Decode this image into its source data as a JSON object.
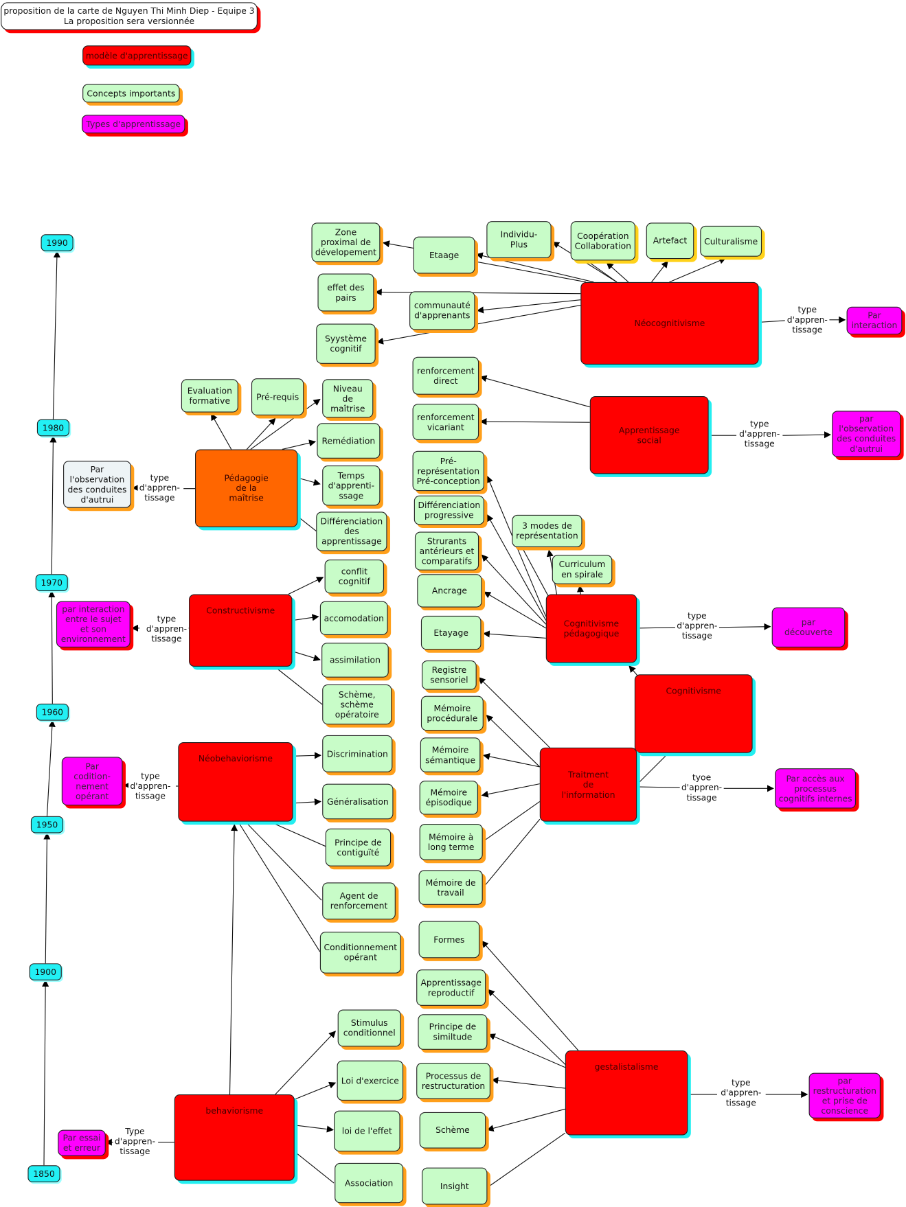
{
  "header": {
    "title": "proposition de la carte de Nguyen Thi Minh Diep - Equipe 3\nLa proposition sera versionnée"
  },
  "legend": {
    "model": "modèle d'apprentissage",
    "concepts": "Concepts importants",
    "types": "Types d'apprentissage"
  },
  "colors": {
    "model": "#ff0000",
    "concept": "#c8fcc8",
    "type": "#ff00ff",
    "year": "#22f0f4",
    "pedagogie": "#ff6600"
  },
  "timeline": [
    "1850",
    "1900",
    "1950",
    "1960",
    "1970",
    "1980",
    "1990"
  ],
  "nodes": [
    {
      "id": "neocog",
      "text": "Néocognitivisme",
      "kind": "model"
    },
    {
      "id": "etaage",
      "text": "Etaage",
      "kind": "concept"
    },
    {
      "id": "zone",
      "text": "Zone\nproximal de\ndévelopement",
      "kind": "concept"
    },
    {
      "id": "individu",
      "text": "Individu-\nPlus",
      "kind": "concept"
    },
    {
      "id": "coop",
      "text": "Coopération\nCollaboration",
      "kind": "concept gold"
    },
    {
      "id": "artefact",
      "text": "Artefact",
      "kind": "concept gold"
    },
    {
      "id": "cultur",
      "text": "Culturalisme",
      "kind": "concept gold"
    },
    {
      "id": "effet",
      "text": "effet des\npairs",
      "kind": "concept"
    },
    {
      "id": "commun",
      "text": "communauté\nd'apprenants",
      "kind": "concept"
    },
    {
      "id": "systeme",
      "text": "Syystème\ncognitif",
      "kind": "concept"
    },
    {
      "id": "parinter",
      "text": "Par\ninteraction",
      "kind": "type"
    },
    {
      "id": "social",
      "text": "Apprentissage\nsocial",
      "kind": "model"
    },
    {
      "id": "rdirect",
      "text": "renforcement\ndirect",
      "kind": "concept"
    },
    {
      "id": "rvicar",
      "text": "renforcement\nvicariant",
      "kind": "concept"
    },
    {
      "id": "parobs",
      "text": "par\nl'observation\ndes conduites\nd'autrui",
      "kind": "type"
    },
    {
      "id": "pedago",
      "text": "Pédagogie\nde la\nmaîtrise",
      "kind": "orange"
    },
    {
      "id": "evalf",
      "text": "Evaluation\nformative",
      "kind": "concept"
    },
    {
      "id": "prereq",
      "text": "Pré-requis",
      "kind": "concept"
    },
    {
      "id": "niveau",
      "text": "Niveau\nde\nmaîtrise",
      "kind": "concept"
    },
    {
      "id": "remed",
      "text": "Remédiation",
      "kind": "concept"
    },
    {
      "id": "temps",
      "text": "Temps\nd'apprenti-\nssage",
      "kind": "concept"
    },
    {
      "id": "diffapp",
      "text": "Différenciation\ndes\napprentissage",
      "kind": "concept"
    },
    {
      "id": "parobs2",
      "text": "Par\nl'observation\ndes conduites\nd'autrui",
      "kind": "light"
    },
    {
      "id": "construct",
      "text": "Constructivisme",
      "kind": "model top"
    },
    {
      "id": "conflit",
      "text": "conflit\ncognitif",
      "kind": "concept"
    },
    {
      "id": "accom",
      "text": "accomodation",
      "kind": "concept"
    },
    {
      "id": "assim",
      "text": "assimilation",
      "kind": "concept"
    },
    {
      "id": "scheme1",
      "text": "Schème,\nschème\nopératoire",
      "kind": "concept"
    },
    {
      "id": "parinter2",
      "text": "par interaction\nentre le sujet\net son\nenvironnement",
      "kind": "type"
    },
    {
      "id": "cogped",
      "text": "Cognitivisme\npédagogique",
      "kind": "model"
    },
    {
      "id": "prerep",
      "text": "Pré-\nreprésentation\nPré-conception",
      "kind": "concept"
    },
    {
      "id": "diffprog",
      "text": "Différenciation\nprogressive",
      "kind": "concept"
    },
    {
      "id": "strur",
      "text": "Strurants\nantérieurs et\ncomparatifs",
      "kind": "concept"
    },
    {
      "id": "ancrage",
      "text": "Ancrage",
      "kind": "concept"
    },
    {
      "id": "etayage",
      "text": "Etayage",
      "kind": "concept"
    },
    {
      "id": "modes",
      "text": "3 modes de\nreprésentation",
      "kind": "concept"
    },
    {
      "id": "curric",
      "text": "Curriculum\nen spirale",
      "kind": "concept"
    },
    {
      "id": "pardecouv",
      "text": "par\ndécouverte",
      "kind": "type"
    },
    {
      "id": "cognit",
      "text": "Cognitivisme",
      "kind": "model top"
    },
    {
      "id": "traitm",
      "text": "Traitment\nde\nl'information",
      "kind": "model"
    },
    {
      "id": "registre",
      "text": "Registre\nsensoriel",
      "kind": "concept"
    },
    {
      "id": "mproc",
      "text": "Mémoire\nprocédurale",
      "kind": "concept"
    },
    {
      "id": "msem",
      "text": "Mémoire\nsémantique",
      "kind": "concept"
    },
    {
      "id": "mepi",
      "text": "Mémoire\népisodique",
      "kind": "concept"
    },
    {
      "id": "mlong",
      "text": "Mémoire à\nlong terme",
      "kind": "concept"
    },
    {
      "id": "mtrav",
      "text": "Mémoire de\ntravail",
      "kind": "concept"
    },
    {
      "id": "paracces",
      "text": "Par accès aux\nprocessus\ncognitifs internes",
      "kind": "type"
    },
    {
      "id": "neobeh",
      "text": "Néobehaviorisme",
      "kind": "model top"
    },
    {
      "id": "discrim",
      "text": "Discrimination",
      "kind": "concept"
    },
    {
      "id": "general",
      "text": "Généralisation",
      "kind": "concept"
    },
    {
      "id": "contig",
      "text": "Principe de\ncontiguïté",
      "kind": "concept"
    },
    {
      "id": "agent",
      "text": "Agent de\nrenforcement",
      "kind": "concept"
    },
    {
      "id": "condop",
      "text": "Conditionnement\nopérant",
      "kind": "concept"
    },
    {
      "id": "parcond",
      "text": "Par\ncodition-\nnement\nopérant",
      "kind": "type"
    },
    {
      "id": "gestal",
      "text": "gestalistalisme",
      "kind": "model top"
    },
    {
      "id": "formes",
      "text": "Formes",
      "kind": "concept"
    },
    {
      "id": "apprep",
      "text": "Apprentissage\nreproductif",
      "kind": "concept"
    },
    {
      "id": "simil",
      "text": "Principe de\nsimiltude",
      "kind": "concept"
    },
    {
      "id": "restr",
      "text": "Processus de\nrestructuration",
      "kind": "concept"
    },
    {
      "id": "scheme2",
      "text": "Schème",
      "kind": "concept"
    },
    {
      "id": "insight",
      "text": "Insight",
      "kind": "concept"
    },
    {
      "id": "parrestr",
      "text": "par\nrestructuration\net prise de\nconscience",
      "kind": "type"
    },
    {
      "id": "behav",
      "text": "behaviorisme",
      "kind": "model top"
    },
    {
      "id": "stimulus",
      "text": "Stimulus\nconditionnel",
      "kind": "concept"
    },
    {
      "id": "loiex",
      "text": "Loi d'exercice",
      "kind": "concept"
    },
    {
      "id": "loieff",
      "text": "loi de l'effet",
      "kind": "concept"
    },
    {
      "id": "assoc",
      "text": "Association",
      "kind": "concept"
    },
    {
      "id": "paressai",
      "text": "Par essai\net erreur",
      "kind": "type"
    }
  ],
  "edge_labels": [
    "type\nd'appren-\ntissage",
    "type\nd'appren-\ntissage",
    "type\nd'appren-\ntissage",
    "type\nd'appren-\ntissage",
    "type\nd'appren-\ntissage",
    "tyoe\nd'appren-\ntissage",
    "type\nd'appren-\ntissage",
    "type\nd'appren-\ntissage",
    "Type\nd'appren-\ntissage"
  ]
}
